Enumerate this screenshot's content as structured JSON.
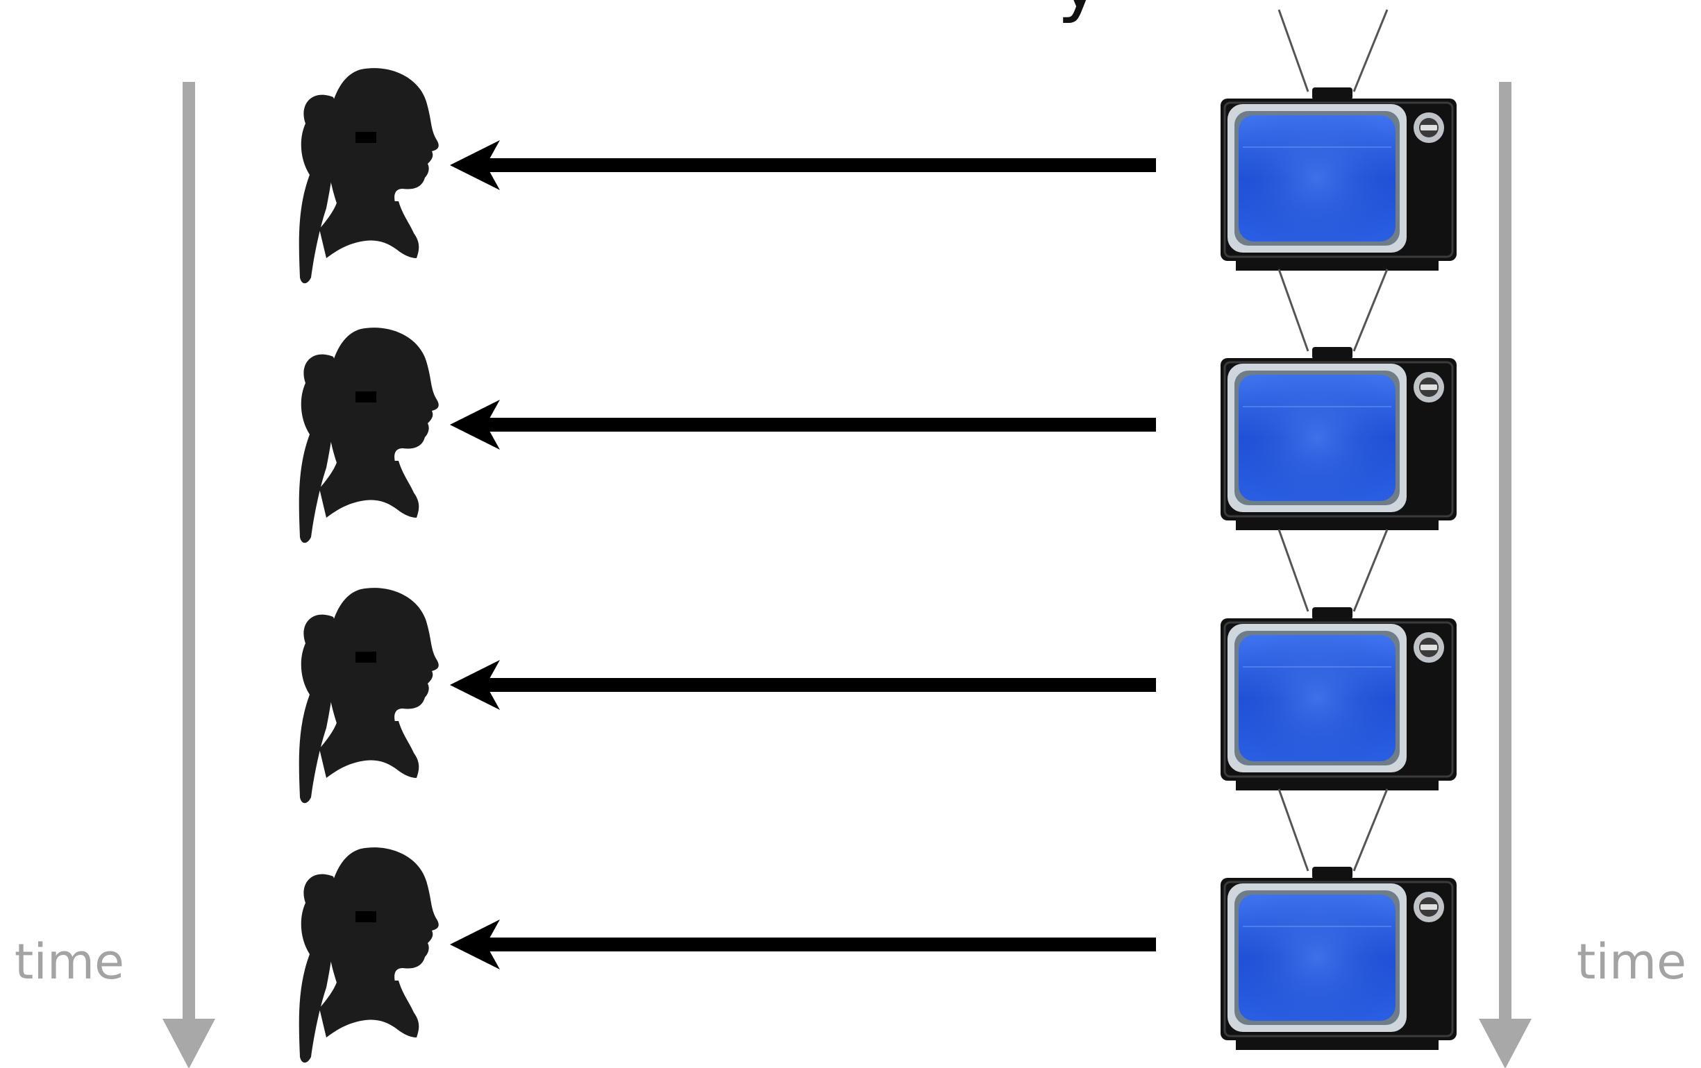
{
  "title_fragment": "y",
  "left_axis": {
    "label": "time",
    "direction": "down"
  },
  "right_axis": {
    "label": "time",
    "direction": "down"
  },
  "rows": [
    {
      "source": "tv-icon",
      "target": "person-silhouette-icon",
      "arrow": "right-to-left"
    },
    {
      "source": "tv-icon",
      "target": "person-silhouette-icon",
      "arrow": "right-to-left"
    },
    {
      "source": "tv-icon",
      "target": "person-silhouette-icon",
      "arrow": "right-to-left"
    },
    {
      "source": "tv-icon",
      "target": "person-silhouette-icon",
      "arrow": "right-to-left"
    }
  ],
  "colors": {
    "axis": "#a8a8a8",
    "arrow": "#000000",
    "silhouette": "#1c1c1c",
    "tv_body": "#111111",
    "tv_screen": "#1f4fd6",
    "tv_screen_light": "#4f83f2",
    "antenna": "#555555"
  }
}
